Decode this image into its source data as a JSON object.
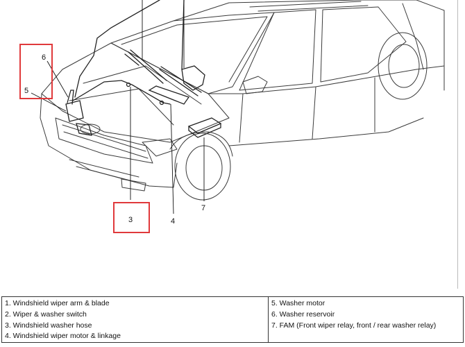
{
  "callouts": {
    "n3": "3",
    "n4": "4",
    "n5": "5",
    "n6": "6",
    "n7": "7"
  },
  "legend": {
    "left": [
      "1. Windshield wiper arm & blade",
      "2. Wiper & washer switch",
      "3. Windshield washer hose",
      "4. Windshield wiper motor & linkage"
    ],
    "right": [
      "5. Washer motor",
      "6. Washer reservoir",
      "7. FAM (Front wiper relay, front / rear washer relay)"
    ]
  },
  "colors": {
    "highlight": "#e0393b",
    "line": "#222222"
  }
}
